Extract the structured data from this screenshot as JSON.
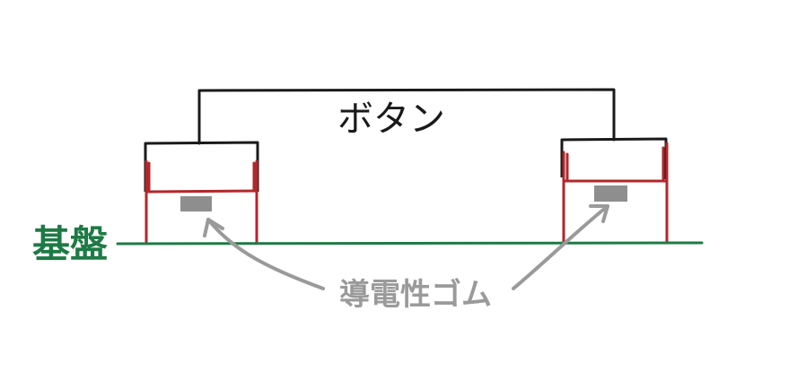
{
  "labels": {
    "button": "ボタン",
    "substrate": "基盤",
    "rubber": "導電性ゴム"
  },
  "colors": {
    "button": "#1a1a1a",
    "leg": "#b3262b",
    "substrate": "#1e7a45",
    "rubber_pad": "#8e8e8e",
    "arrow": "#9a9a9a"
  }
}
